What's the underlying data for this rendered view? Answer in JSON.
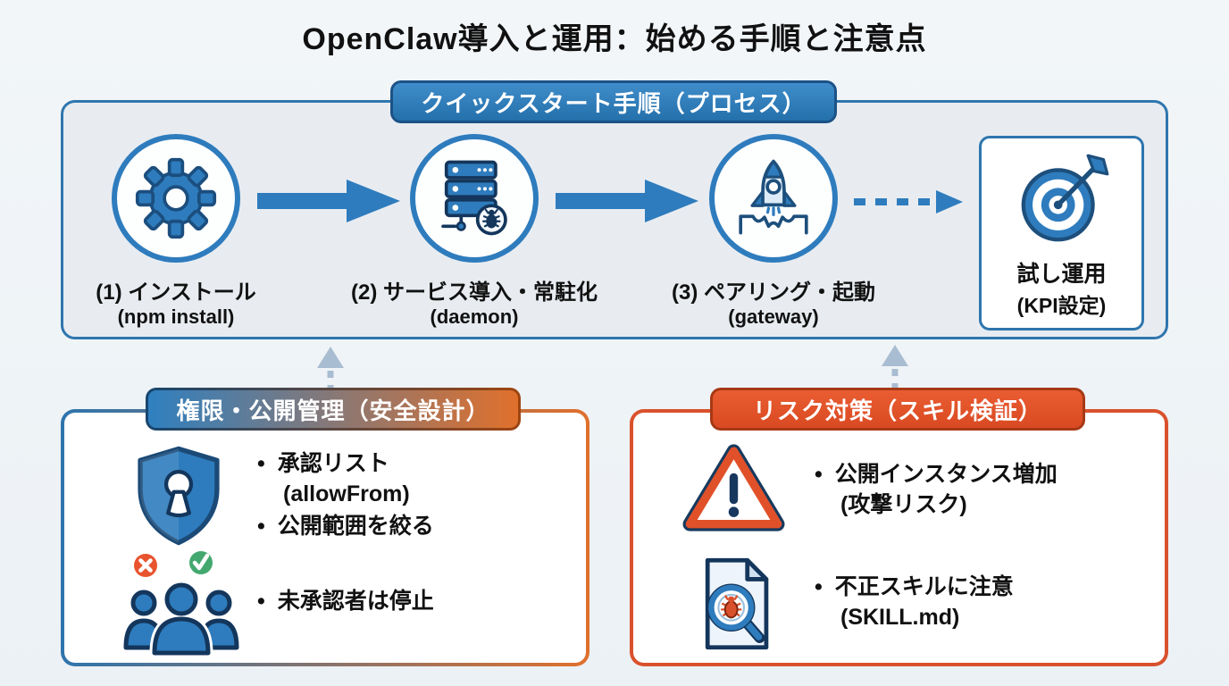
{
  "title": "OpenClaw導入と運用：始める手順と注意点",
  "process": {
    "header": "クイックスタート手順（プロセス）",
    "steps": [
      {
        "icon": "gear-icon",
        "line1": "(1) インストール",
        "line2": "(npm install)"
      },
      {
        "icon": "server-daemon-icon",
        "line1": "(2) サービス導入・常駐化",
        "line2": "(daemon)"
      },
      {
        "icon": "rocket-launch-icon",
        "line1": "(3) ペアリング・起動",
        "line2": "(gateway)"
      }
    ],
    "result": {
      "icon": "target-goal-icon",
      "line1": "試し運用",
      "line2": "(KPI設定)"
    }
  },
  "left_panel": {
    "header": "権限・公開管理（安全設計）",
    "icons": [
      "shield-keyhole-icon",
      "users-approval-icon"
    ],
    "bullets": [
      {
        "line1": "承認リスト",
        "line2": "(allowFrom)"
      },
      {
        "line1": "公開範囲を絞る"
      },
      {
        "line1": "未承認者は停止"
      }
    ]
  },
  "right_panel": {
    "header": "リスク対策（スキル検証）",
    "icons": [
      "warning-triangle-icon",
      "skill-scan-icon"
    ],
    "bullets": [
      {
        "line1": "公開インスタンス増加",
        "line2": "(攻撃リスク)"
      },
      {
        "line1": "不正スキルに注意",
        "line2": "(SKILL.md)"
      }
    ]
  },
  "colors": {
    "blue": "#2e7cbd",
    "blue_dark": "#1c5286",
    "panel_blue_border": "#2f76ae",
    "orange": "#e0702c",
    "red_orange": "#d9512c",
    "green_check": "#43a86f",
    "x_red": "#e8542e",
    "page_bg": "#edf2f6",
    "process_bg": "#e8ecf1"
  }
}
